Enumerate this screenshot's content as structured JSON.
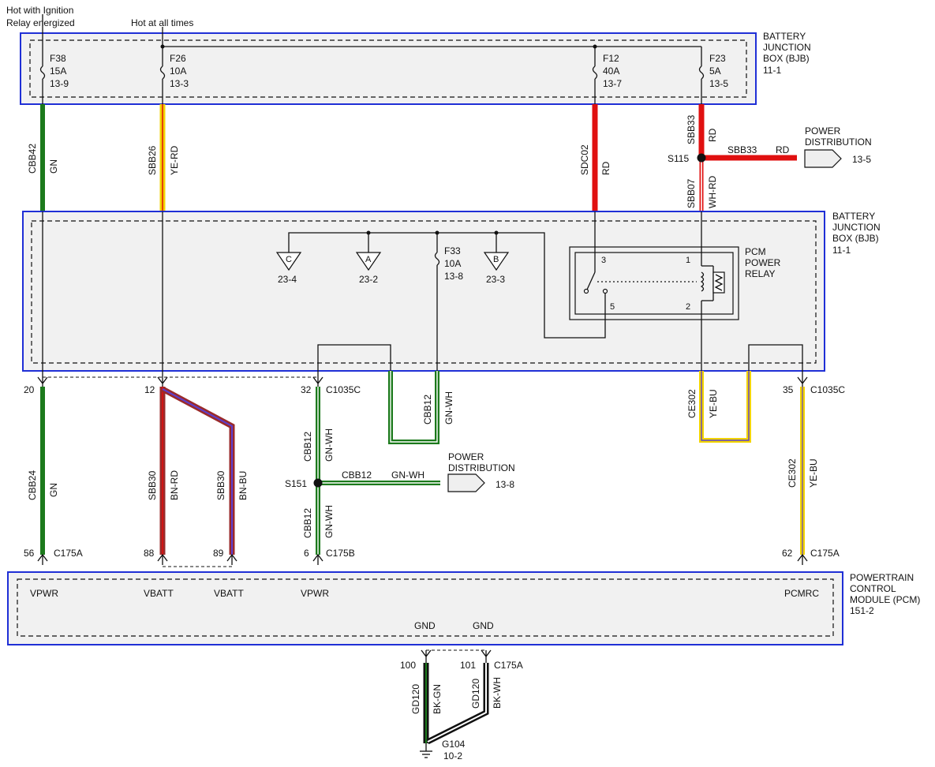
{
  "header": {
    "ignition_note_line1": "Hot with Ignition",
    "ignition_note_line2": "Relay energized",
    "hot_note": "Hot at all times"
  },
  "bjb_top": {
    "title_line1": "BATTERY",
    "title_line2": "JUNCTION",
    "title_line3": "BOX (BJB)",
    "page_ref": "11-1",
    "fuses": [
      {
        "name": "F38",
        "rating": "15A",
        "ref": "13-9"
      },
      {
        "name": "F26",
        "rating": "10A",
        "ref": "13-3"
      },
      {
        "name": "F12",
        "rating": "40A",
        "ref": "13-7"
      },
      {
        "name": "F23",
        "rating": "5A",
        "ref": "13-5"
      }
    ]
  },
  "bjb_main": {
    "title_line1": "BATTERY",
    "title_line2": "JUNCTION",
    "title_line3": "BOX (BJB)",
    "page_ref": "11-1",
    "fuse_f33": {
      "name": "F33",
      "rating": "10A",
      "ref": "13-8"
    },
    "refs": [
      {
        "letter": "C",
        "ref": "23-4"
      },
      {
        "letter": "A",
        "ref": "23-2"
      },
      {
        "letter": "B",
        "ref": "23-3"
      }
    ],
    "relay": {
      "title_line1": "PCM",
      "title_line2": "POWER",
      "title_line3": "RELAY",
      "pin3": "3",
      "pin1": "1",
      "pin5": "5",
      "pin2": "2"
    }
  },
  "wires": {
    "cbb42": {
      "circuit": "CBB42",
      "color": "GN"
    },
    "sbb26": {
      "circuit": "SBB26",
      "color": "YE-RD"
    },
    "sdc02": {
      "circuit": "SDC02",
      "color": "RD"
    },
    "sbb33_v": {
      "circuit": "SBB33",
      "color": "RD"
    },
    "sbb33_h": {
      "circuit": "SBB33",
      "color": "RD"
    },
    "sbb07": {
      "circuit": "SBB07",
      "color": "WH-RD"
    },
    "cbb12_loop": {
      "circuit": "CBB12",
      "color": "GN-WH"
    },
    "ce302_loop": {
      "circuit": "CE302",
      "color": "YE-BU"
    },
    "cbb24": {
      "circuit": "CBB24",
      "color": "GN"
    },
    "sbb30_rd": {
      "circuit": "SBB30",
      "color": "BN-RD"
    },
    "sbb30_bu": {
      "circuit": "SBB30",
      "color": "BN-BU"
    },
    "cbb12_upper": {
      "circuit": "CBB12",
      "color": "GN-WH"
    },
    "cbb12_h": {
      "circuit": "CBB12",
      "color": "GN-WH"
    },
    "cbb12_lower": {
      "circuit": "CBB12",
      "color": "GN-WH"
    },
    "ce302_right": {
      "circuit": "CE302",
      "color": "YE-BU"
    },
    "gd120_gn": {
      "circuit": "GD120",
      "color": "BK-GN"
    },
    "gd120_wh": {
      "circuit": "GD120",
      "color": "BK-WH"
    }
  },
  "splices": {
    "s115": "S115",
    "s151": "S151"
  },
  "power_dist_1": {
    "line1": "POWER",
    "line2": "DISTRIBUTION",
    "ref": "13-5"
  },
  "power_dist_2": {
    "line1": "POWER",
    "line2": "DISTRIBUTION",
    "ref": "13-8"
  },
  "connectors_upper": {
    "pin_20": "20",
    "pin_12": "12",
    "pin_32": "32",
    "c1035c_a": "C1035C",
    "pin_35": "35",
    "c1035c_b": "C1035C"
  },
  "connectors_lower": {
    "pin_56": "56",
    "c175a_a": "C175A",
    "pin_88": "88",
    "pin_89": "89",
    "pin_6": "6",
    "c175b": "C175B",
    "pin_62": "62",
    "c175a_b": "C175A"
  },
  "pcm": {
    "title_line1": "POWERTRAIN",
    "title_line2": "CONTROL",
    "title_line3": "MODULE (PCM)",
    "page_ref": "151-2",
    "pins": [
      "VPWR",
      "VBATT",
      "VBATT",
      "VPWR",
      "PCMRC"
    ],
    "gnd1": "GND",
    "gnd2": "GND"
  },
  "ground": {
    "pin_100": "100",
    "pin_101": "101",
    "connector": "C175A",
    "name": "G104",
    "ref": "10-2"
  },
  "colors": {
    "box_border": "#1f2fd6",
    "box_fill": "#f1f1f1",
    "green": "#1c7a1c",
    "red": "#e01010",
    "yellow": "#f2d400",
    "brown": "#9a2a2a",
    "blue": "#5b3fd0",
    "white": "#ffffff",
    "black": "#111111"
  }
}
